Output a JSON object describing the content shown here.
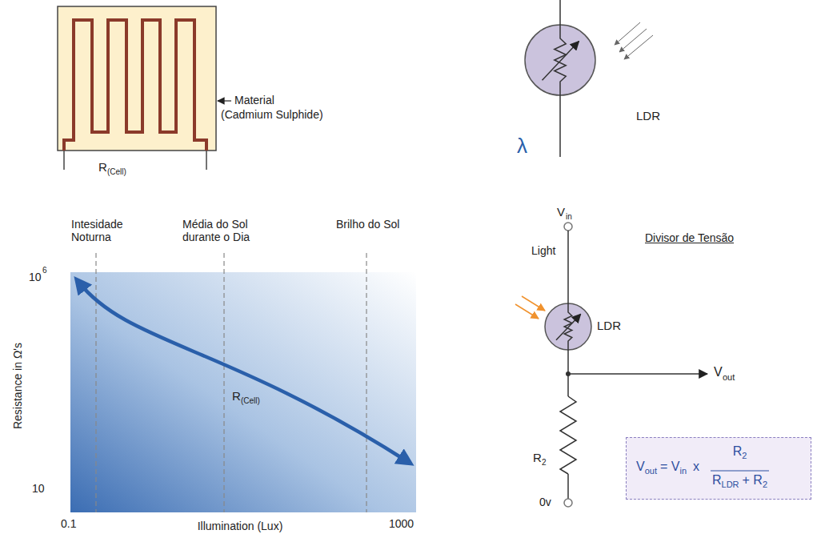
{
  "diagram": {
    "nodes": [
      {
        "text": [
          "LDR"
        ]
      },
      {
        "text": [
          "LDR"
        ]
      },
      {
        "text": [
          "V",
          "out",
          "= V",
          "in",
          "x",
          "R",
          "2",
          "R",
          "LDR",
          "+ R",
          "2"
        ]
      }
    ],
    "labels": [
      "Material",
      "(Cadmium Sulphide)",
      "R",
      "(Cell)",
      "λ",
      "Intesidade Noturna",
      "Média do Sol durante o Dia",
      "Brilho do Sol",
      "10",
      "6",
      "10",
      "0.1",
      "Illumination (Lux)",
      "1000",
      "Resistance in Ω's",
      "R",
      "(Cell)",
      "V",
      "in",
      "Light",
      "Divisor de Tensão",
      "V",
      "out",
      "R",
      "2",
      "0v"
    ]
  }
}
